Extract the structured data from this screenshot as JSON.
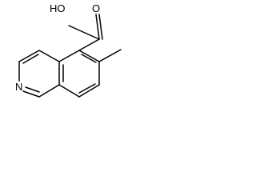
{
  "molecule": {
    "atoms": {
      "carboxyl_oh": {
        "label": "HO"
      },
      "carbonyl_o": {
        "label": "O"
      },
      "ring_n": {
        "label": "N"
      }
    }
  },
  "colors": {
    "bond": "#000000",
    "background": "#ffffff",
    "text": "#000000"
  }
}
